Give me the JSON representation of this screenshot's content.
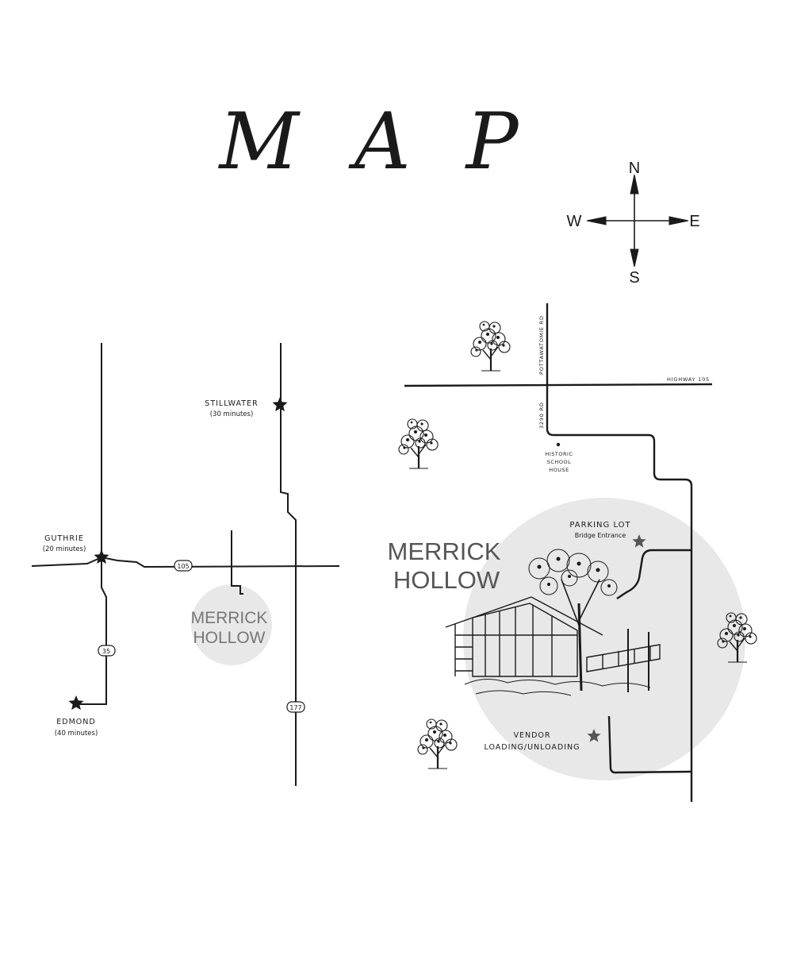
{
  "title": "MAP",
  "compass": {
    "north": "N",
    "south": "S",
    "east": "E",
    "west": "W"
  },
  "regional_map": {
    "venue_name": [
      "MERRICK",
      "HOLLOW"
    ],
    "cities": [
      {
        "name": "STILLWATER",
        "time": "(30 minutes)"
      },
      {
        "name": "GUTHRIE",
        "time": "(20 minutes)"
      },
      {
        "name": "EDMOND",
        "time": "(40 minutes)"
      }
    ],
    "route_shields": [
      "105",
      "35",
      "177"
    ]
  },
  "site_map": {
    "venue_name": [
      "MERRICK",
      "HOLLOW"
    ],
    "roads": [
      "POTTAWATOMIE RD",
      "HIGHWAY 105",
      "3290 RD"
    ],
    "landmark": [
      "HISTORIC",
      "SCHOOL",
      "HOUSE"
    ],
    "parking": {
      "title": "PARKING LOT",
      "subtitle": "Bridge Entrance"
    },
    "vendor": [
      "VENDOR",
      "LOADING/UNLOADING"
    ]
  },
  "icons": [
    "compass-rose-icon",
    "star-icon",
    "tree-icon",
    "venue-building-icon"
  ],
  "colors": {
    "ink": "#1a1a1a",
    "circle": "#e8e8e8",
    "text_gray": "#555555"
  }
}
